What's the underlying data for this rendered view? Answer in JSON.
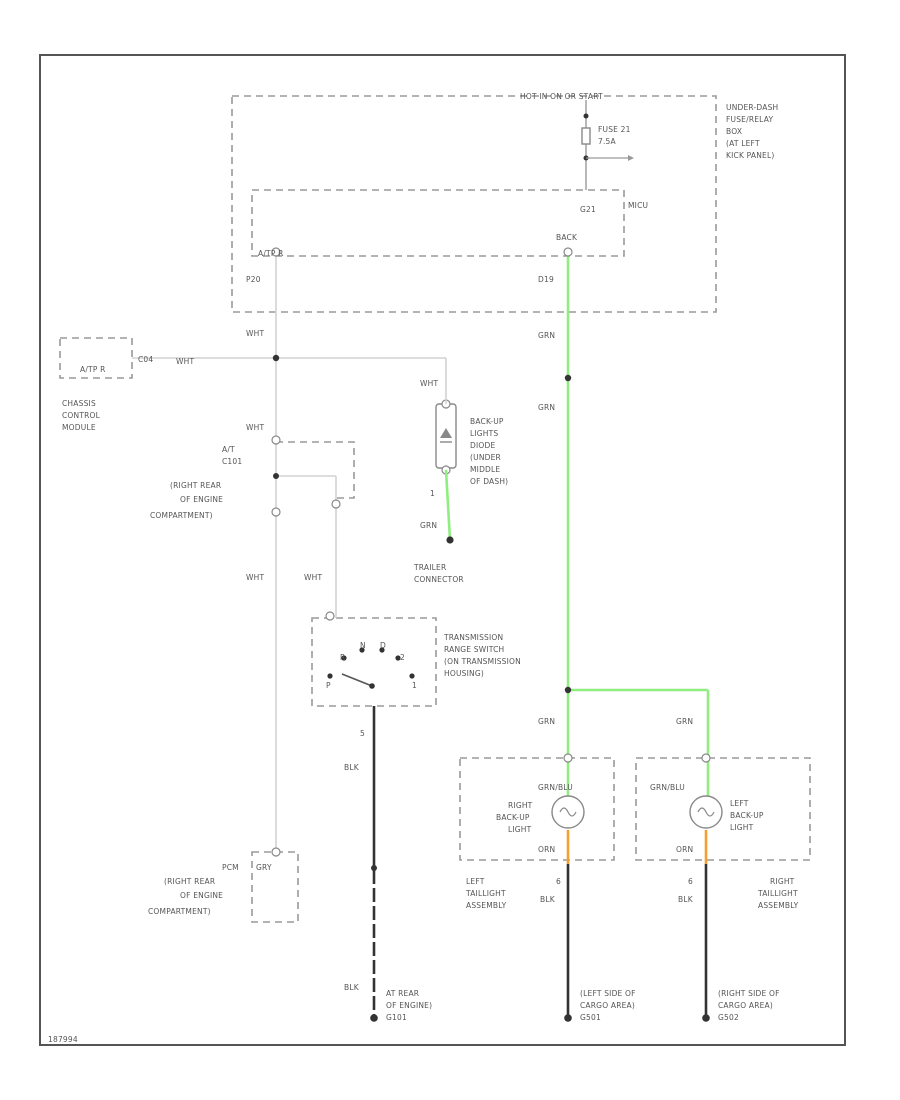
{
  "page": {
    "footer_code": "187994"
  },
  "colors": {
    "green_wire": "#90ee80",
    "gray_wire": "#d2d2d2",
    "black_wire": "#333333",
    "orange_wire": "#f4a030"
  },
  "labels": {
    "hot_in_on": "HOT IN ON OR START",
    "fuse_box": [
      "UNDER-DASH",
      "FUSE/RELAY",
      "BOX",
      "(AT LEFT",
      "KICK PANEL)"
    ],
    "fuse": [
      "FUSE 21",
      "7.5A"
    ],
    "mcu": "MICU",
    "c_mcu": "G21",
    "back_pin": "BACK",
    "atp_r_pin": "A/TP R",
    "p20": "P20",
    "d19": "D19",
    "wht_1": "WHT",
    "wht_2": "WHT",
    "wht_3": "WHT",
    "wht_4": "WHT",
    "wht_5": "WHT",
    "wht_6": "WHT",
    "grn_1": "GRN",
    "grn_2": "GRN",
    "grn_3": "GRN",
    "grn_4": "GRN",
    "grn_5": "GRN",
    "blk_1": "BLK",
    "blk_2": "BLK",
    "blk_3": "BLK",
    "blk_4": "BLK",
    "atp_r_box": "A/TP R",
    "c04": "C04",
    "chassis_module": [
      "CHASSIS",
      "CONTROL",
      "MODULE"
    ],
    "backup_lights_diode": [
      "BACK-UP",
      "LIGHTS",
      "DIODE",
      "(UNDER",
      "MIDDLE",
      "OF DASH)"
    ],
    "diode_pin": "1",
    "trailer_connector": [
      "TRAILER",
      "CONNECTOR"
    ],
    "at_c101": [
      "A/T",
      "C101",
      "(RIGHT REAR",
      "OF ENGINE",
      "COMPARTMENT)"
    ],
    "trans_switch": [
      "TRANSMISSION",
      "RANGE SWITCH",
      "(ON TRANSMISSION",
      "HOUSING)"
    ],
    "switch_positions": [
      "P",
      "R",
      "N",
      "D",
      "2",
      "1"
    ],
    "switch_pin": "5",
    "pcm": [
      "PCM",
      "(RIGHT REAR",
      "OF ENGINE",
      "COMPARTMENT)"
    ],
    "pcm_pin": "GRY",
    "ground_g101": [
      "AT REAR",
      "OF ENGINE)",
      "G101"
    ],
    "ground_g501": [
      "(LEFT SIDE OF",
      "CARGO AREA)",
      "G501"
    ],
    "ground_g502": [
      "(RIGHT SIDE OF",
      "CARGO AREA)",
      "G502"
    ],
    "right_backup": [
      "RIGHT",
      "BACK-UP",
      "LIGHT"
    ],
    "left_backup": [
      "LEFT",
      "BACK-UP",
      "LIGHT"
    ],
    "grn_blu_1": "GRN/BLU",
    "grn_blu_2": "GRN/BLU",
    "orn_1": "ORN",
    "orn_2": "ORN",
    "pin_6a": "6",
    "pin_6b": "6",
    "left_taillight": [
      "LEFT",
      "TAILLIGHT",
      "ASSEMBLY"
    ],
    "right_taillight": [
      "RIGHT",
      "TAILLIGHT",
      "ASSEMBLY"
    ]
  }
}
